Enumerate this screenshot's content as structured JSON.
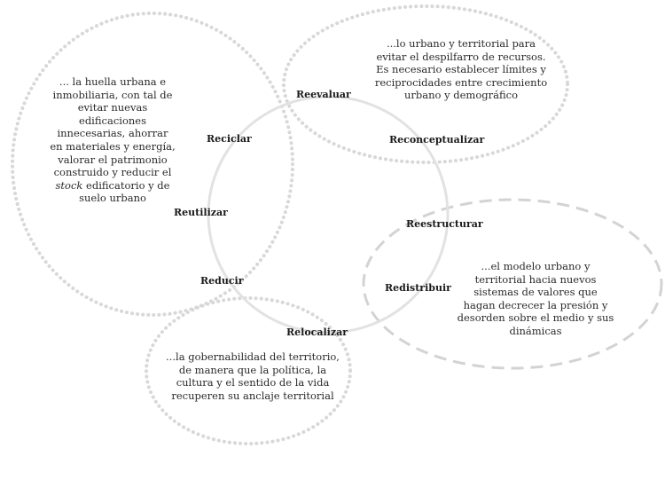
{
  "diagram": {
    "center_labels": {
      "reevaluar": "Reevaluar",
      "reconceptualizar": "Reconceptualizar",
      "reciclar": "Reciclar",
      "reutilizar": "Reutilizar",
      "reestructurar": "Reestructurar",
      "reducir": "Reducir",
      "redistribuir": "Redistribuir",
      "relocalizar": "Relocalizar"
    },
    "descriptions": {
      "top_right": [
        "...lo urbano y territorial para",
        "evitar el despilfarro de recursos.",
        "Es necesario establecer límites y",
        "reciprocidades entre crecimiento",
        "urbano y demográfico"
      ],
      "left": {
        "lines_before": [
          "... la huella urbana e",
          "inmobiliaria, con tal de",
          "evitar nuevas",
          "edificaciones",
          "innecesarias, ahorrar",
          "en materiales y energía,",
          "valorar el patrimonio",
          "construido y reducir el"
        ],
        "italic_word": "stock",
        "italic_line_rest": " edificatorio y de",
        "lines_after": [
          "suelo urbano"
        ]
      },
      "right": [
        "...el modelo urbano y",
        "territorial hacia nuevos",
        "sistemas de valores que",
        "hagan decrecer la presión y",
        "desorden sobre el medio y sus",
        "dinámicas"
      ],
      "bottom": [
        "...la gobernabilidad del territorio,",
        "de manera que la política, la",
        "cultura y el sentido de la vida",
        "recuperen su anclaje territorial"
      ]
    }
  }
}
